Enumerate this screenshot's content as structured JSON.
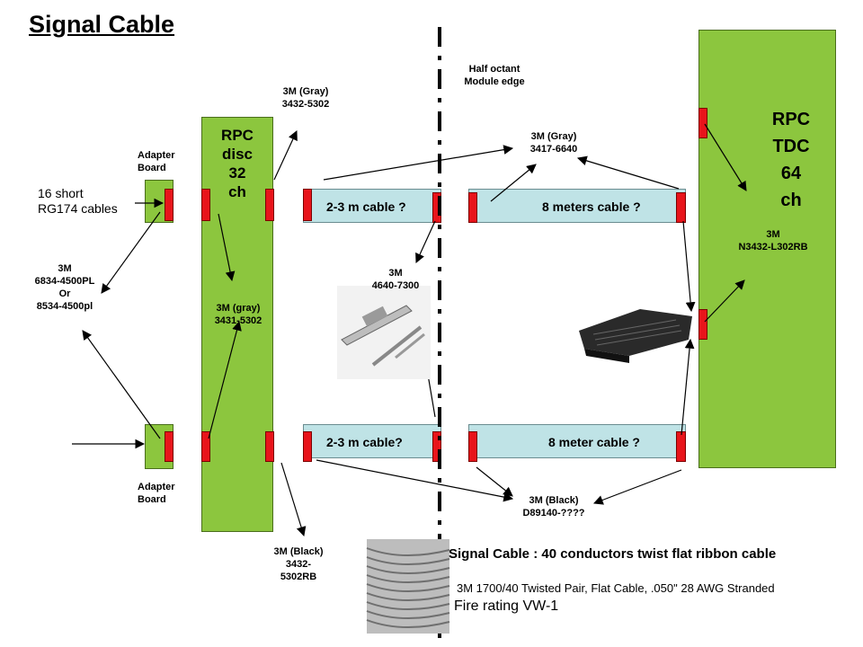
{
  "title": "Signal Cable",
  "half_octant": {
    "line1": "Half octant",
    "line2": "Module edge"
  },
  "rpc_disc": {
    "line1": "RPC",
    "line2": "disc",
    "line3": "32",
    "line4": "ch"
  },
  "rpc_tdc": {
    "line1": "RPC",
    "line2": "TDC",
    "line3": "64",
    "line4": "ch"
  },
  "adapter_top": {
    "line1": "Adapter",
    "line2": "Board"
  },
  "adapter_bottom": {
    "line1": "Adapter",
    "line2": "Board"
  },
  "short_cables": {
    "line1": "16 short",
    "line2": "RG174 cables"
  },
  "cables": {
    "top_left": "2-3 m cable ?",
    "top_right": "8 meters cable ?",
    "bottom_left": "2-3  m cable?",
    "bottom_right": "8 meter cable ?"
  },
  "labels": {
    "gray_3432": {
      "line1": "3M (Gray)",
      "line2": "3432-5302"
    },
    "gray_3417": {
      "line1": "3M (Gray)",
      "line2": "3417-6640"
    },
    "n3432": {
      "line1": "3M",
      "line2": "N3432-L302RB"
    },
    "m6834": {
      "line1": "3M",
      "line2": "6834-4500PL",
      "line3": "Or",
      "line4": "8534-4500pl"
    },
    "gray_3431": {
      "line1": "3M (gray)",
      "line2": "3431-5302"
    },
    "m4640": {
      "line1": "3M",
      "line2": "4640-7300"
    },
    "black_d89140": {
      "line1": "3M (Black)",
      "line2": "D89140-????"
    },
    "black_3432": {
      "line1": "3M (Black)",
      "line2": "3432-",
      "line3": "5302RB"
    }
  },
  "footer": {
    "heading": "Signal Cable : 40 conductors twist flat ribbon cable",
    "spec": "3M 1700/40 Twisted Pair, Flat Cable, .050\" 28 AWG Stranded",
    "fire": "Fire rating VW-1"
  },
  "colors": {
    "board_green": "#8cc63e",
    "cable_cyan": "#bfe3e6",
    "connector_red": "#e8141b"
  }
}
